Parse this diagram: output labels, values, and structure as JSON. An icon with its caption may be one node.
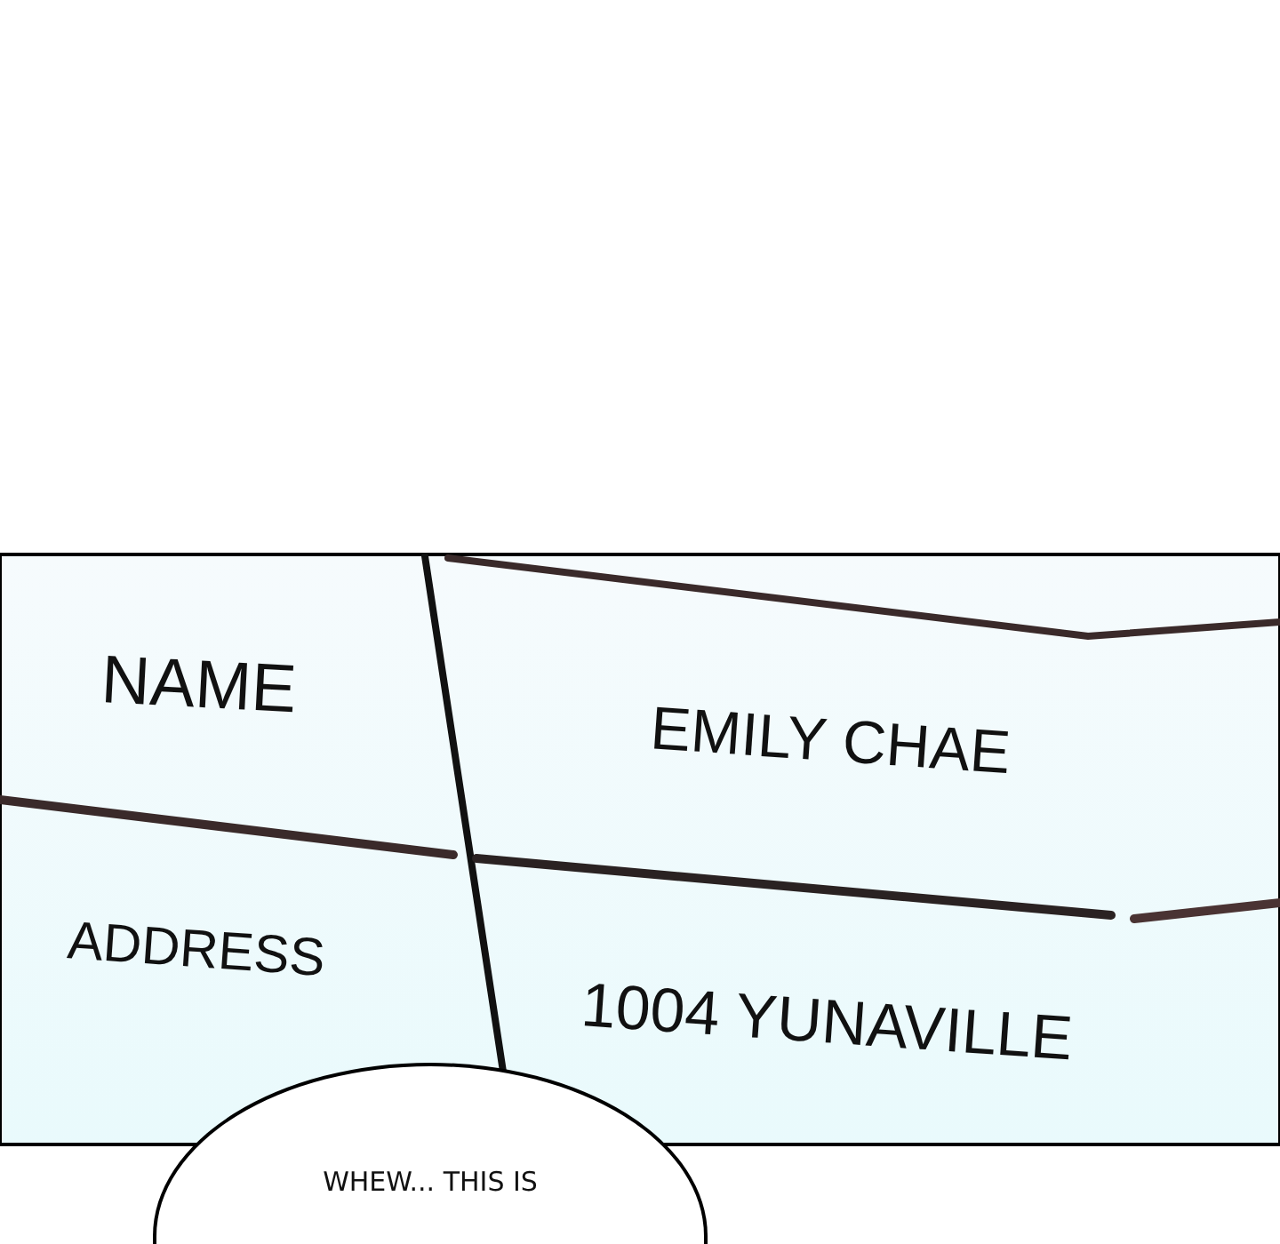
{
  "diagram": {
    "nodes": [
      {
        "text": [
          "WHEW... THIS IS"
        ]
      }
    ],
    "labels": [
      "NAME",
      "EMILY CHAE",
      "ADDRESS",
      "1004 YUNAVILLE"
    ]
  }
}
